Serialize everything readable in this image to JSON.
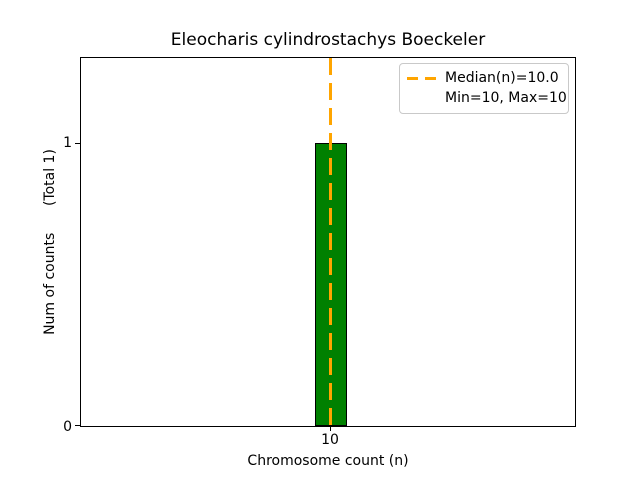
{
  "chart_data": {
    "type": "bar",
    "title": "Eleocharis cylindrostachys Boeckeler",
    "xlabel": "Chromosome count (n)",
    "ylabel": "Num of counts      (Total 1)",
    "categories": [
      "10"
    ],
    "values": [
      1
    ],
    "x_ticks": [
      "10"
    ],
    "y_ticks": [
      "0",
      "1"
    ],
    "ylim": [
      0,
      1.3
    ],
    "grid": "off",
    "bar_color": "#008000",
    "bar_edge_color": "#000000",
    "median_line": {
      "value": 10.0,
      "color": "#ffa500",
      "style": "dashed",
      "orientation": "vertical"
    },
    "stats": {
      "median": 10.0,
      "min": 10,
      "max": 10,
      "total_counts": 1
    },
    "legend": {
      "position": "upper right",
      "entries": [
        {
          "label": "Median(n)=10.0",
          "marker": "orange-dashed-line"
        },
        {
          "label": "Min=10, Max=10",
          "marker": "none"
        }
      ]
    }
  }
}
